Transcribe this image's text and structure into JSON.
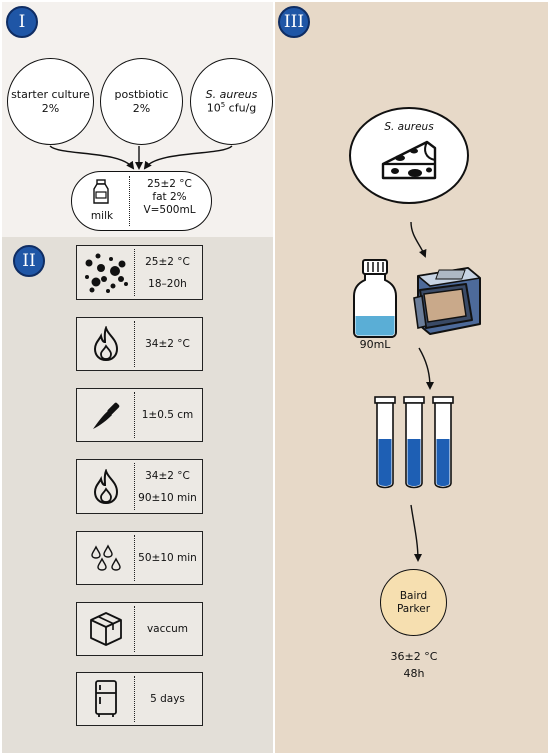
{
  "panels": {
    "p1": {
      "badge": "I"
    },
    "p2": {
      "badge": "II"
    },
    "p3": {
      "badge": "III"
    }
  },
  "inputs": {
    "starter": {
      "line1": "starter culture",
      "line2": "2%"
    },
    "postbiotic": {
      "line1": "postbiotic",
      "line2": "2%"
    },
    "aureus": {
      "line1": "S. aureus",
      "line2_base": "10",
      "line2_exp": "5",
      "line2_unit": " cfu/g"
    }
  },
  "milk": {
    "label": "milk",
    "temp": "25±2 °C",
    "fat": "fat 2%",
    "volume": "V=500mL"
  },
  "steps": [
    {
      "icon": "culture-dots-icon",
      "lines": [
        "25±2 °C",
        "18–20h"
      ]
    },
    {
      "icon": "flame-icon",
      "lines": [
        "34±2 °C"
      ]
    },
    {
      "icon": "knife-icon",
      "lines": [
        "1±0.5 cm"
      ]
    },
    {
      "icon": "flame-icon",
      "lines": [
        "34±2 °C",
        "90±10 min"
      ]
    },
    {
      "icon": "drops-icon",
      "lines": [
        "50±10 min"
      ]
    },
    {
      "icon": "package-box-icon",
      "lines": [
        "vaccum"
      ]
    },
    {
      "icon": "fridge-icon",
      "lines": [
        "5 days"
      ]
    }
  ],
  "analysis": {
    "sample_label": "S. aureus",
    "volume": "90mL",
    "plate_line1": "Baird",
    "plate_line2": "Parker",
    "incubation_temp": "36±2 °C",
    "incubation_time": "48h"
  },
  "colors": {
    "badge": "#1f56a6",
    "tube_liquid": "#1e5fb4",
    "bottle_liquid": "#5aaed6",
    "plate": "#f6dfb0",
    "cheese": "#ffffff"
  }
}
